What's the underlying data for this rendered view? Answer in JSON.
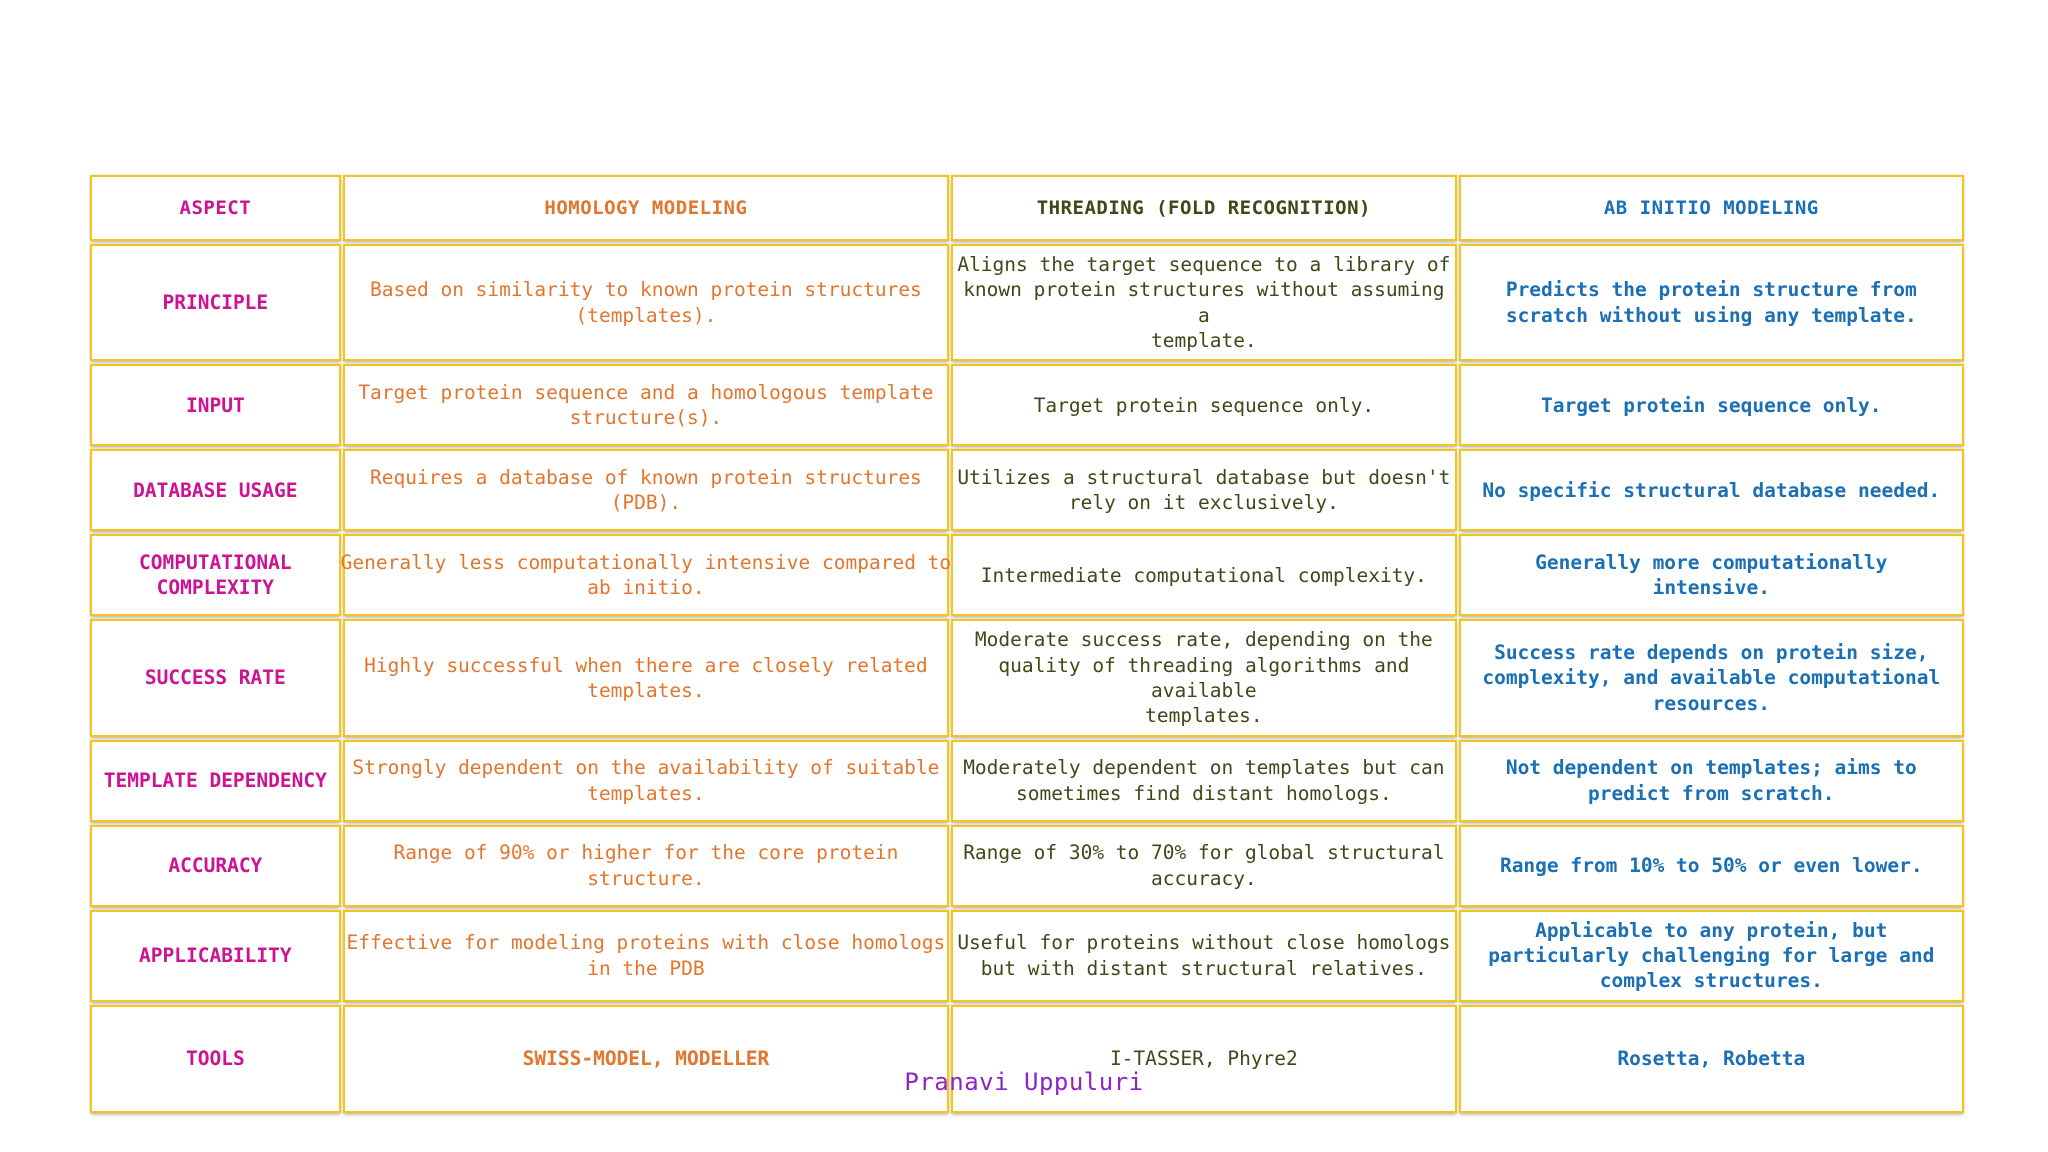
{
  "table": {
    "columns": [
      {
        "key": "aspect",
        "label": "ASPECT",
        "color": "#cc1493"
      },
      {
        "key": "homology",
        "label": "HOMOLOGY MODELING",
        "color": "#e1762e"
      },
      {
        "key": "threading",
        "label": "THREADING (FOLD RECOGNITION)",
        "color": "#3c4a17"
      },
      {
        "key": "abinitio",
        "label": "AB INITIO MODELING",
        "color": "#1a6fb5"
      }
    ],
    "rows": [
      {
        "aspect": "PRINCIPLE",
        "homology": "Based on similarity to known protein structures\n(templates).",
        "threading": "Aligns the target sequence to a library of\nknown protein structures without assuming a\ntemplate.",
        "abinitio": "Predicts the protein structure from\nscratch without using any template."
      },
      {
        "aspect": "INPUT",
        "homology": "Target protein sequence and a homologous template\nstructure(s).",
        "threading": "Target protein sequence only.",
        "abinitio": "Target protein sequence only."
      },
      {
        "aspect": "DATABASE USAGE",
        "homology": "Requires a database of known protein structures\n(PDB).",
        "threading": "Utilizes a structural database but doesn't\nrely on it exclusively.",
        "abinitio": "No specific structural database needed."
      },
      {
        "aspect": "COMPUTATIONAL\nCOMPLEXITY",
        "homology": "Generally less computationally intensive compared to\nab initio.",
        "threading": "Intermediate computational complexity.",
        "abinitio": "Generally more computationally\nintensive."
      },
      {
        "aspect": "SUCCESS RATE",
        "homology": "Highly successful when there are closely related\ntemplates.",
        "threading": "Moderate success rate, depending on the\nquality of threading algorithms and available\ntemplates.",
        "abinitio": "Success rate depends on protein size,\ncomplexity, and available computational\nresources."
      },
      {
        "aspect": "TEMPLATE DEPENDENCY",
        "homology": "Strongly dependent on the availability of suitable\ntemplates.",
        "threading": "Moderately dependent on templates but can\nsometimes find distant homologs.",
        "abinitio": "Not dependent on templates; aims to\npredict from scratch."
      },
      {
        "aspect": "ACCURACY",
        "homology": "Range of 90% or higher for the core protein\nstructure.",
        "threading": "Range of 30% to 70% for global structural\naccuracy.",
        "abinitio": "Range from 10% to 50% or even lower."
      },
      {
        "aspect": "APPLICABILITY",
        "homology": "Effective for modeling proteins with close homologs\nin the PDB",
        "threading": "Useful for proteins without close homologs\nbut with distant structural relatives.",
        "abinitio": "Applicable to any protein, but\nparticularly challenging for large and\ncomplex structures."
      },
      {
        "aspect": "TOOLS",
        "homology": "SWISS-MODEL, MODELLER",
        "threading": "I-TASSER, Phyre2",
        "abinitio": "Rosetta, Robetta"
      }
    ]
  },
  "footer": {
    "credit": "Pranavi Uppuluri"
  },
  "theme": {
    "border_color": "#f5c518",
    "background": "#ffffff",
    "credit_color": "#8e24c4"
  }
}
